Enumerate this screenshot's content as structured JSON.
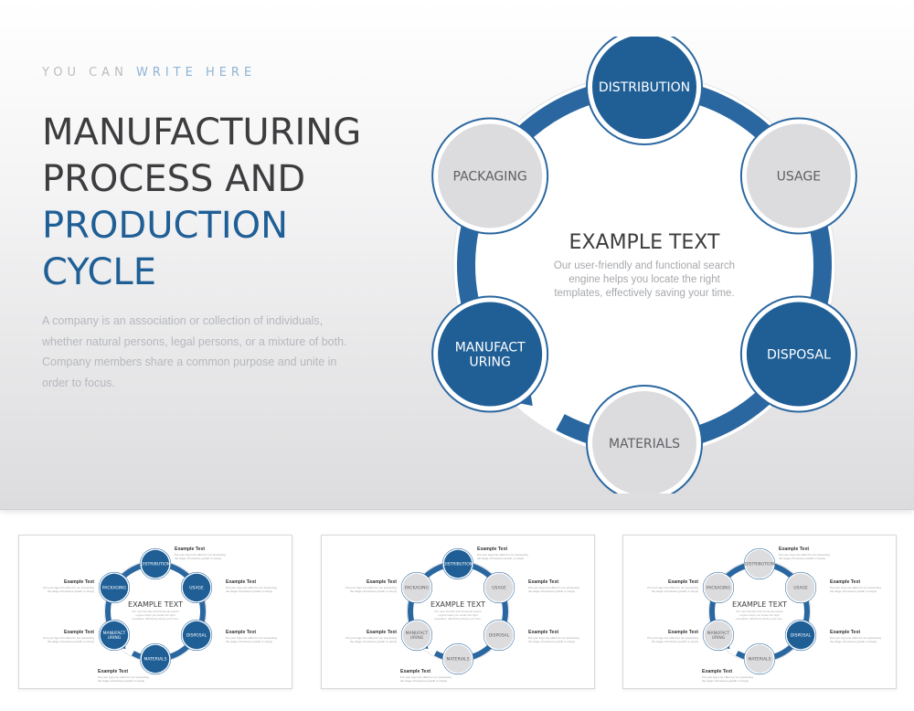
{
  "header": {
    "kicker_part1": "YOU CAN ",
    "kicker_part2": "WRITE HERE",
    "title_line1": "MANUFACTURING",
    "title_line2": "PROCESS AND",
    "title_line3": "PRODUCTION",
    "title_line4": "CYCLE",
    "description": "A company is an association or collection of individuals, whether natural persons, legal persons, or a mixture of both. Company members share a common purpose and unite in order to focus."
  },
  "cycle": {
    "center_title": "EXAMPLE TEXT",
    "center_body": [
      "Our user-friendly and functional search",
      "engine helps you locate the right",
      "templates, effectively saving your time."
    ],
    "stages": [
      {
        "key": "distribution",
        "lines": [
          "DISTRIBUTION"
        ],
        "style": "filled"
      },
      {
        "key": "usage",
        "lines": [
          "USAGE"
        ],
        "style": "outline"
      },
      {
        "key": "disposal",
        "lines": [
          "DISPOSAL"
        ],
        "style": "filled"
      },
      {
        "key": "materials",
        "lines": [
          "MATERIALS"
        ],
        "style": "outline"
      },
      {
        "key": "manufacturing",
        "lines": [
          "MANUFACT",
          "URING"
        ],
        "style": "filled"
      },
      {
        "key": "packaging",
        "lines": [
          "PACKAGING"
        ],
        "style": "outline"
      }
    ]
  },
  "thumbnails": [
    {
      "center_title": "EXAMPLE TEXT",
      "filled": [
        "distribution",
        "packaging",
        "usage",
        "disposal",
        "materials",
        "manufacturing"
      ]
    },
    {
      "center_title": "EXAMPLE TEXT",
      "filled": [
        "distribution"
      ]
    },
    {
      "center_title": "EXAMPLE TEXT",
      "filled": [
        "disposal"
      ]
    }
  ],
  "thumb_captions": {
    "heading": "Example Text",
    "body": [
      "Put your logo into effect for our presenting",
      "the stage of business growth or simply"
    ]
  },
  "colors": {
    "brand_blue": "#1f5f96",
    "ring_blue": "#2a67a0",
    "outline_fill": "#dcdcde",
    "outline_text": "#5f6064",
    "center_title": "#3d3d3f",
    "center_body": "#a6a8ac"
  }
}
